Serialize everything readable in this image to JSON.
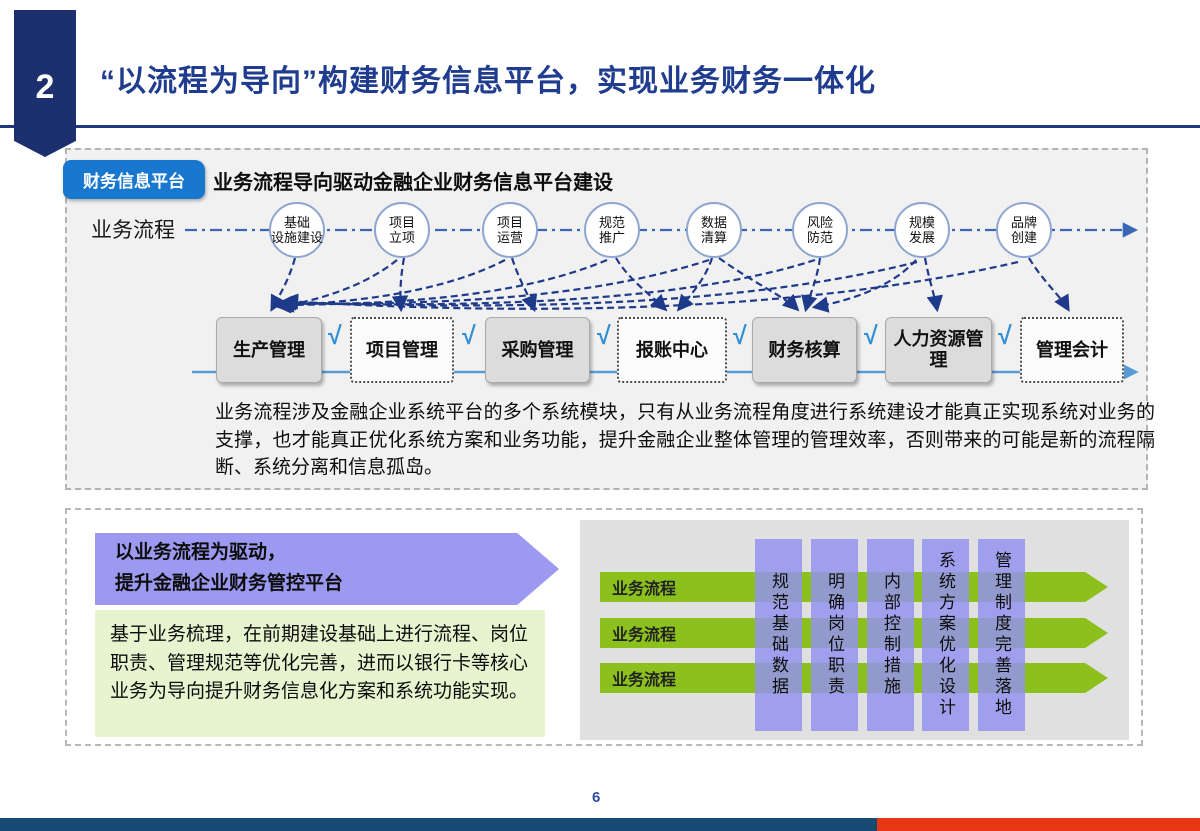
{
  "slide": {
    "badge_number": "2",
    "title": "“以流程为导向”构建财务信息平台，实现业务财务一体化",
    "page_number": "6"
  },
  "top_panel": {
    "tab_label": "财务信息平台",
    "heading": "业务流程导向驱动金融企业财务信息平台建设",
    "flow_label": "业务流程",
    "flow_nodes": [
      {
        "line1": "基础",
        "line2": "设施建设"
      },
      {
        "line1": "项目",
        "line2": "立项"
      },
      {
        "line1": "项目",
        "line2": "运营"
      },
      {
        "line1": "规范",
        "line2": "推广"
      },
      {
        "line1": "数据",
        "line2": "清算"
      },
      {
        "line1": "风险",
        "line2": "防范"
      },
      {
        "line1": "规模",
        "line2": "发展"
      },
      {
        "line1": "品牌",
        "line2": "创建"
      }
    ],
    "modules": [
      {
        "label": "生产管理",
        "style": "solid"
      },
      {
        "label": "项目管理",
        "style": "dotted"
      },
      {
        "label": "采购管理",
        "style": "solid"
      },
      {
        "label": "报账中心",
        "style": "dotted"
      },
      {
        "label": "财务核算",
        "style": "solid"
      },
      {
        "label": "人力资源管理",
        "style": "solid"
      },
      {
        "label": "管理会计",
        "style": "dotted"
      }
    ],
    "checkmark": "√",
    "description": "业务流程涉及金融企业系统平台的多个系统模块，只有从业务流程角度进行系统建设才能真正实现系统对业务的支撑，也才能真正优化系统方案和业务功能，提升金融企业整体管理的管理效率，否则带来的可能是新的流程隔断、系统分离和信息孤岛。"
  },
  "bottom_panel": {
    "banner_line1": "以业务流程为驱动，",
    "banner_line2": "提升金融企业财务管控平台",
    "note": "基于业务梳理，在前期建设基础上进行流程、岗位职责、管理规范等优化完善，进而以银行卡等核心业务为导向提升财务信息化方案和系统功能实现。",
    "flow_arrows": [
      "业务流程",
      "业务流程",
      "业务流程"
    ],
    "pillars": [
      "规范基础数据",
      "明确岗位职责",
      "内部控制措施",
      "系统方案优化设计",
      "管理制度完善落地"
    ]
  },
  "colors": {
    "title_navy": "#1f3c8f",
    "ribbon_navy": "#1c2f6e",
    "tab_blue": "#1877cf",
    "connector_navy": "#1e3a8a",
    "baseline_blue": "#5b9bd5",
    "check_blue": "#2f8fd6",
    "banner_purple": "#9c99f1",
    "pillar_purple": "#9492f0",
    "arrow_green": "#8cc11d",
    "note_green": "#e6f4cf",
    "footer_navy": "#174a73",
    "footer_red": "#e63815"
  }
}
